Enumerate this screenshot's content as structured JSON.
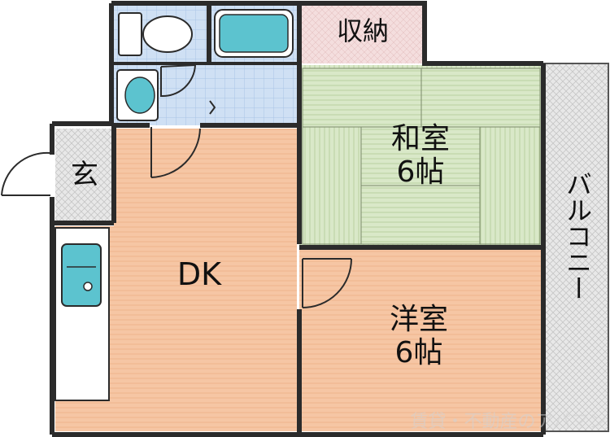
{
  "rooms": {
    "storage": {
      "name": "収納"
    },
    "washitsu": {
      "name": "和室",
      "size": "6帖"
    },
    "entrance": {
      "name": "玄"
    },
    "dk": {
      "name": "DK"
    },
    "yoshitsu": {
      "name": "洋室",
      "size": "6帖"
    },
    "balcony": {
      "name": "バルコニー"
    }
  },
  "colors": {
    "wall": "#2b2b2b",
    "floor_wood": "#f6c6a4",
    "floor_tatami": "#d9e8c8",
    "tile": "#cfe0f4",
    "balcony": "#e8e8e8",
    "storage": "#f4dede",
    "fixture": "#5cc3cf"
  },
  "watermark": "賃貸・不動産のアパマン"
}
